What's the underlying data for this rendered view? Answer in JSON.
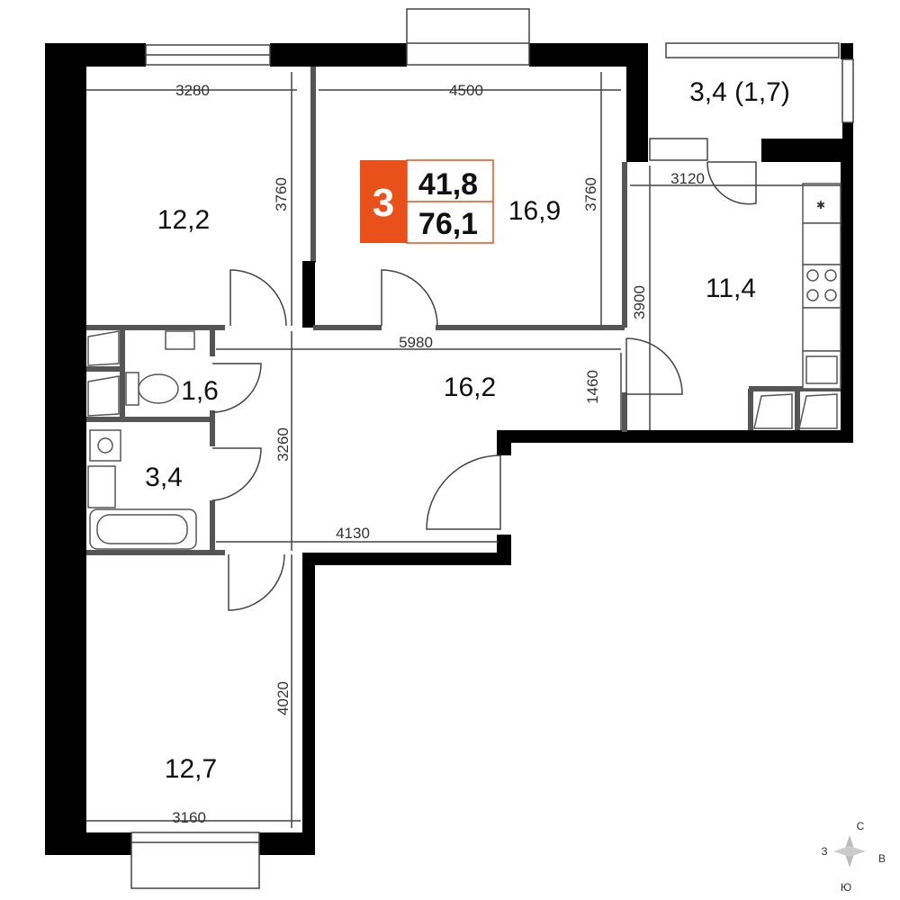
{
  "badge": {
    "rooms": "3",
    "living_area": "41,8",
    "total_area": "76,1",
    "color": "#e8511a"
  },
  "rooms": {
    "bedroom_top_left": "12,2",
    "bedroom_top_center": "16,9",
    "balcony": "3,4 (1,7)",
    "kitchen": "11,4",
    "hall": "16,2",
    "toilet": "1,6",
    "bathroom": "3,4",
    "bedroom_bottom": "12,7"
  },
  "dimensions": {
    "top_left_width": "3280",
    "top_left_height": "3760",
    "top_center_width": "4500",
    "top_center_height": "3760",
    "kitchen_width": "3120",
    "kitchen_height": "3900",
    "hall_width": "5980",
    "hall_height_right": "1460",
    "hall_height_left": "3260",
    "corridor_width": "4130",
    "bottom_height": "4020",
    "bottom_width": "3160"
  },
  "compass": {
    "north": "С",
    "west": "З",
    "east": "В",
    "south": "Ю"
  }
}
